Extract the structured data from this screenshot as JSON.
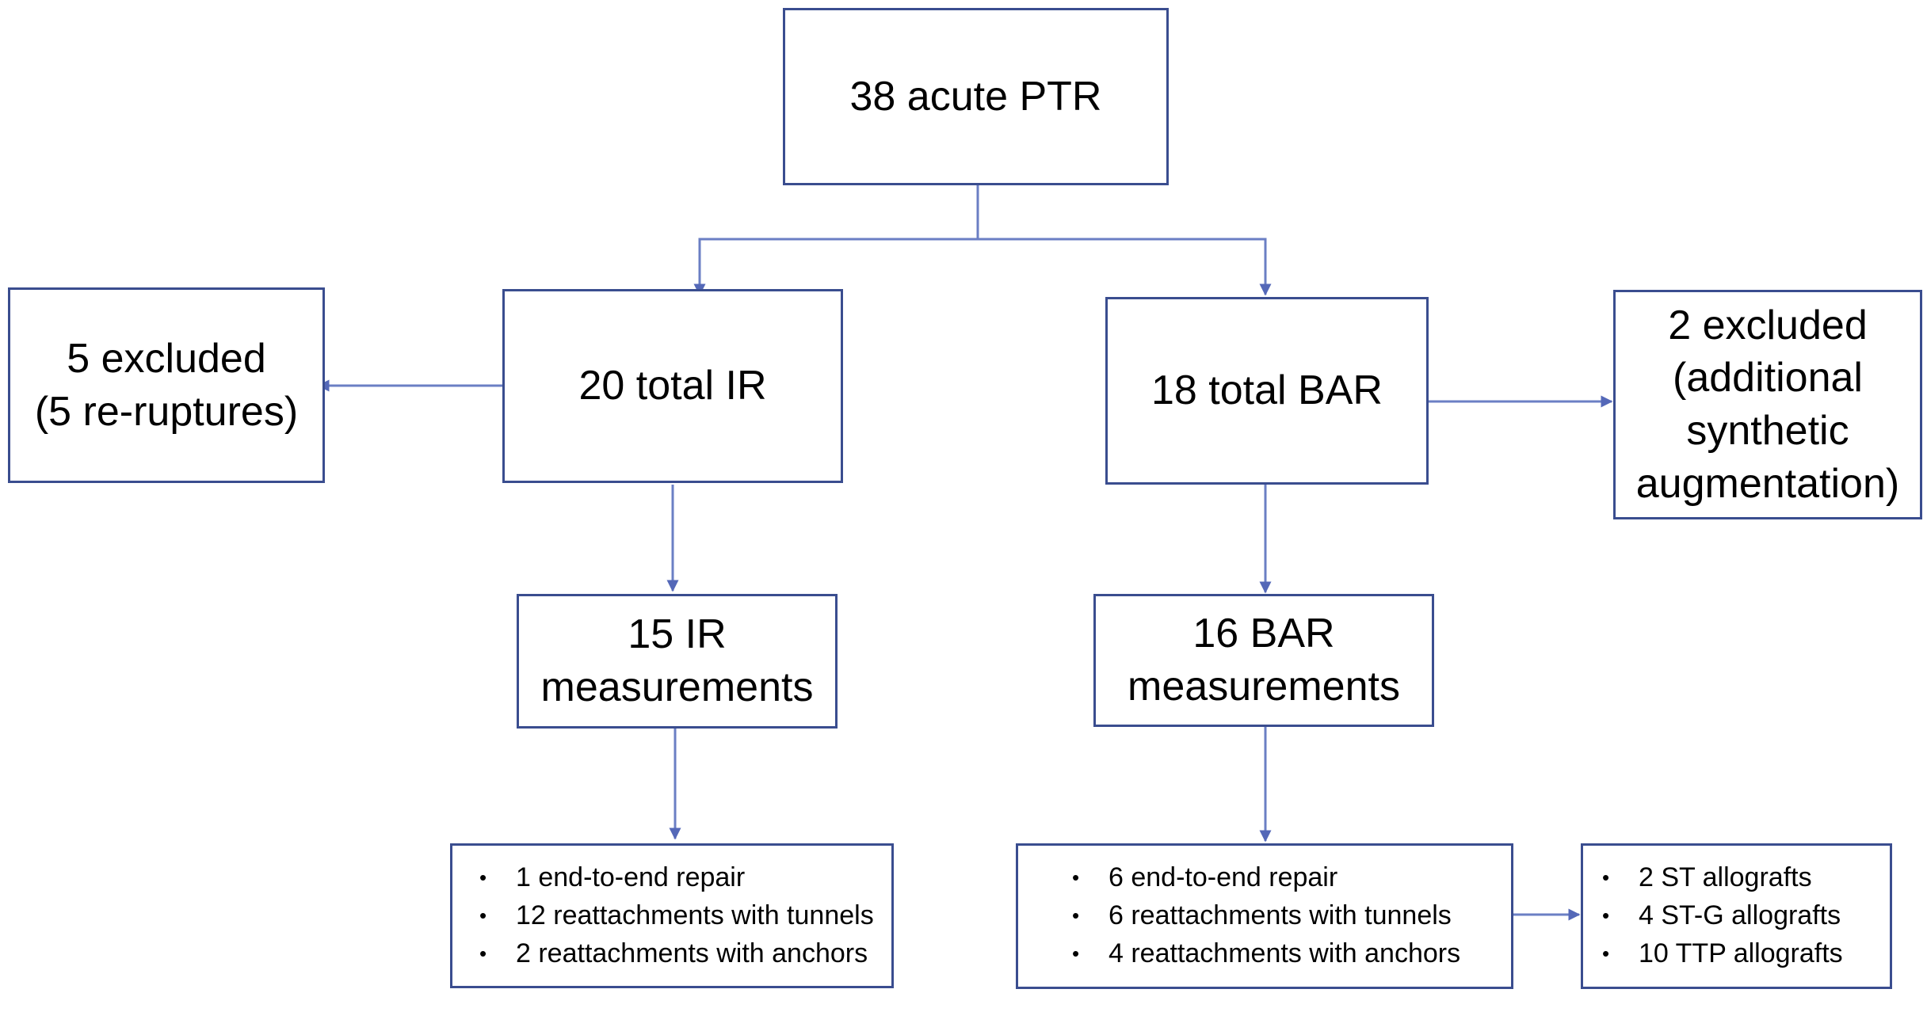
{
  "colors": {
    "border": "#3a4d8f",
    "connector": "#6b7fc4"
  },
  "boxes": {
    "root": "38 acute PTR",
    "ir_total": "20 total IR",
    "bar_total": "18 total BAR",
    "ir_excluded_line1": "5 excluded",
    "ir_excluded_line2": "(5 re-ruptures)",
    "bar_excluded_line1": "2 excluded",
    "bar_excluded_line2": "(additional",
    "bar_excluded_line3": "synthetic",
    "bar_excluded_line4": "augmentation)",
    "ir_measure_line1": "15 IR",
    "ir_measure_line2": "measurements",
    "bar_measure_line1": "16 BAR",
    "bar_measure_line2": "measurements"
  },
  "lists": {
    "ir_breakdown": [
      "1 end-to-end repair",
      "12 reattachments with tunnels",
      "2 reattachments with anchors"
    ],
    "bar_breakdown": [
      "6 end-to-end repair",
      "6 reattachments with tunnels",
      "4 reattachments with anchors"
    ],
    "allografts": [
      "2 ST allografts",
      "4 ST-G allografts",
      "10 TTP allografts"
    ]
  }
}
